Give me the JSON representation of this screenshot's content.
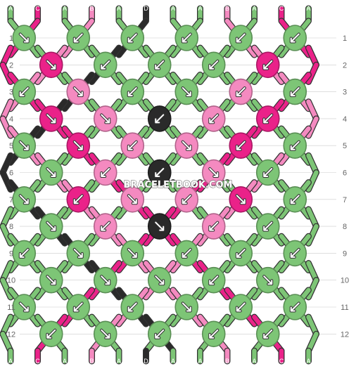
{
  "strands": {
    "top": [
      "A",
      "C",
      "A",
      "B",
      "A",
      "D",
      "A",
      "A",
      "B",
      "A",
      "C",
      "A"
    ],
    "bottom": [
      "A",
      "C",
      "A",
      "B",
      "A",
      "D",
      "A",
      "A",
      "B",
      "A",
      "C",
      "A"
    ]
  },
  "colors": {
    "A": "#7dc576",
    "B": "#f48ac0",
    "C": "#ea2289",
    "D": "#2a2a2a",
    "outline": "#333333",
    "grid": "#cccccc"
  },
  "rows": [
    {
      "label": "1",
      "knots": [
        {
          "color": "A",
          "dir": "right"
        },
        {
          "color": "A",
          "dir": "left"
        },
        {
          "color": "A",
          "dir": "left"
        },
        {
          "color": "A",
          "dir": "left"
        },
        {
          "color": "A",
          "dir": "left"
        },
        {
          "color": "A",
          "dir": "left"
        }
      ]
    },
    {
      "label": "2",
      "knots": [
        {
          "color": "C",
          "dir": "right"
        },
        {
          "color": "A",
          "dir": "left"
        },
        {
          "color": "A",
          "dir": "left"
        },
        {
          "color": "A",
          "dir": "left"
        },
        {
          "color": "C",
          "dir": "left"
        }
      ]
    },
    {
      "label": "3",
      "knots": [
        {
          "color": "A",
          "dir": "left"
        },
        {
          "color": "B",
          "dir": "right"
        },
        {
          "color": "A",
          "dir": "left"
        },
        {
          "color": "A",
          "dir": "right"
        },
        {
          "color": "B",
          "dir": "left"
        },
        {
          "color": "A",
          "dir": "left"
        }
      ]
    },
    {
      "label": "4",
      "knots": [
        {
          "color": "C",
          "dir": "right"
        },
        {
          "color": "B",
          "dir": "right"
        },
        {
          "color": "D",
          "dir": "left"
        },
        {
          "color": "B",
          "dir": "left"
        },
        {
          "color": "C",
          "dir": "left"
        }
      ]
    },
    {
      "label": "5",
      "knots": [
        {
          "color": "A",
          "dir": "right"
        },
        {
          "color": "C",
          "dir": "right"
        },
        {
          "color": "B",
          "dir": "left"
        },
        {
          "color": "B",
          "dir": "right"
        },
        {
          "color": "C",
          "dir": "left"
        },
        {
          "color": "A",
          "dir": "left"
        }
      ]
    },
    {
      "label": "6",
      "knots": [
        {
          "color": "A",
          "dir": "right"
        },
        {
          "color": "B",
          "dir": "left"
        },
        {
          "color": "D",
          "dir": "left"
        },
        {
          "color": "B",
          "dir": "right"
        },
        {
          "color": "A",
          "dir": "left"
        }
      ]
    },
    {
      "label": "7",
      "knots": [
        {
          "color": "A",
          "dir": "right"
        },
        {
          "color": "C",
          "dir": "left"
        },
        {
          "color": "B",
          "dir": "right"
        },
        {
          "color": "B",
          "dir": "left"
        },
        {
          "color": "C",
          "dir": "right"
        },
        {
          "color": "A",
          "dir": "left"
        }
      ]
    },
    {
      "label": "8",
      "knots": [
        {
          "color": "A",
          "dir": "right"
        },
        {
          "color": "B",
          "dir": "left"
        },
        {
          "color": "D",
          "dir": "right"
        },
        {
          "color": "B",
          "dir": "left"
        },
        {
          "color": "A",
          "dir": "left"
        }
      ]
    },
    {
      "label": "9",
      "knots": [
        {
          "color": "A",
          "dir": "left"
        },
        {
          "color": "A",
          "dir": "right"
        },
        {
          "color": "A",
          "dir": "right"
        },
        {
          "color": "A",
          "dir": "left"
        },
        {
          "color": "A",
          "dir": "left"
        },
        {
          "color": "A",
          "dir": "left"
        }
      ]
    },
    {
      "label": "10",
      "knots": [
        {
          "color": "A",
          "dir": "right"
        },
        {
          "color": "A",
          "dir": "right"
        },
        {
          "color": "A",
          "dir": "right"
        },
        {
          "color": "A",
          "dir": "left"
        },
        {
          "color": "A",
          "dir": "right"
        }
      ]
    },
    {
      "label": "11",
      "knots": [
        {
          "color": "A",
          "dir": "right"
        },
        {
          "color": "A",
          "dir": "left"
        },
        {
          "color": "A",
          "dir": "left"
        },
        {
          "color": "A",
          "dir": "right"
        },
        {
          "color": "A",
          "dir": "left"
        },
        {
          "color": "A",
          "dir": "left"
        }
      ]
    },
    {
      "label": "12",
      "knots": [
        {
          "color": "A",
          "dir": "left"
        },
        {
          "color": "A",
          "dir": "right"
        },
        {
          "color": "A",
          "dir": "left"
        },
        {
          "color": "A",
          "dir": "left"
        },
        {
          "color": "A",
          "dir": "left"
        }
      ]
    }
  ],
  "watermark": "BRACELETBOOK.COM"
}
